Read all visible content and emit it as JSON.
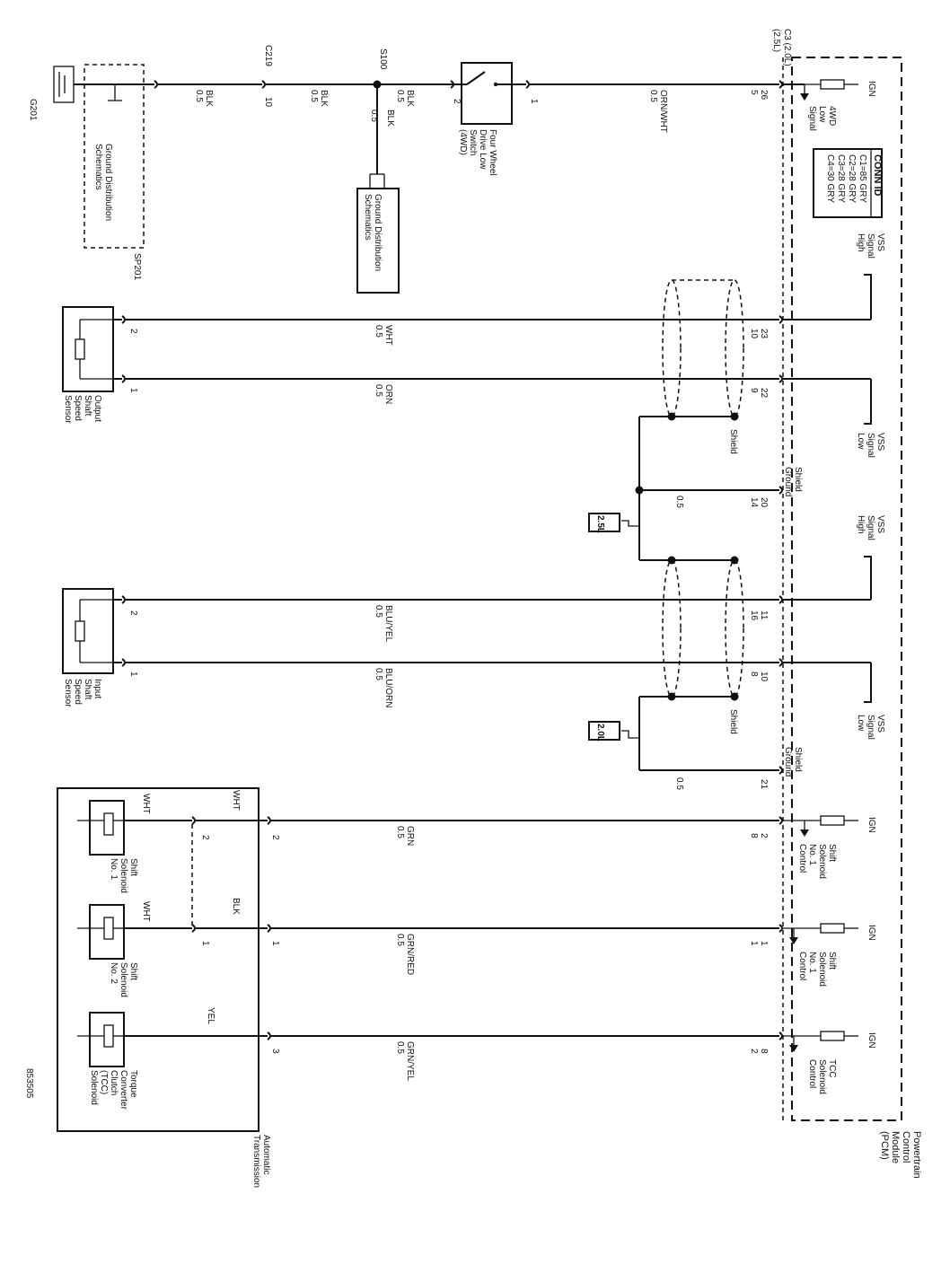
{
  "pcm": {
    "title": [
      "Powertrain",
      "Control",
      "Module",
      "(PCM)"
    ],
    "conn_id_title": "CONN ID",
    "conn_ids": [
      "C1=85 GRY",
      "C2=28 GRY",
      "C3=28 GRY",
      "C4=30 GRY"
    ],
    "c3_label": "C3 (2.0L)",
    "c3_alt": "(2.5L)",
    "ign": "IGN",
    "signals": {
      "awd": [
        "4WD",
        "Low",
        "Signal"
      ],
      "vss_high": [
        "VSS",
        "Signal",
        "High"
      ],
      "vss_low": [
        "VSS",
        "Signal",
        "Low"
      ],
      "shield_ground": [
        "Shield",
        "Ground"
      ],
      "shift1": [
        "Shift",
        "Solenoid",
        "No. 1",
        "Control"
      ],
      "shift2": [
        "Shift",
        "Solenoid",
        "No. 1",
        "Control"
      ],
      "tcc": [
        "TCC",
        "Solenoid",
        "Control"
      ]
    }
  },
  "ground_side": {
    "g201": "G201",
    "ground_dist": [
      "Ground Distribution",
      "Schematics"
    ],
    "sp201": "SP201",
    "c219": "C219",
    "c219_pin": "10",
    "s100": "S100",
    "blk": "BLK",
    "gauge": "0.5",
    "switch": [
      "Four Wheel",
      "Drive Low",
      "Switch",
      "(4WD)"
    ],
    "sw_pin_a": "2",
    "sw_pin_b": "1",
    "orn_wht": "ORN/WHT",
    "pcm_pins_awd": [
      "26",
      "5"
    ]
  },
  "sensors": {
    "output": [
      "Output",
      "Shaft",
      "Speed",
      "Sensor"
    ],
    "input": [
      "Input",
      "Shaft",
      "Speed",
      "Sensor"
    ],
    "pin1": "1",
    "pin2": "2",
    "shield": "Shield",
    "eng_25": "2.5L",
    "eng_20": "2.0L"
  },
  "wires": {
    "wht": "WHT",
    "orn": "ORN",
    "blu_yel": "BLU/YEL",
    "blu_orn": "BLU/ORN",
    "grn": "GRN",
    "grn_red": "GRN/RED",
    "grn_yel": "GRN/YEL",
    "yel": "YEL",
    "gauge": "0.5"
  },
  "pins": {
    "vss_high_out": [
      "23",
      "10"
    ],
    "vss_low_out": [
      "22",
      "9"
    ],
    "shield_out": [
      "20",
      "14"
    ],
    "vss_high_in": [
      "11",
      "16"
    ],
    "vss_low_in": [
      "10",
      "8"
    ],
    "shield_in": [
      "21"
    ],
    "shift1": [
      "2",
      "8"
    ],
    "shift2": [
      "1",
      "1"
    ],
    "tcc": [
      "8",
      "2"
    ]
  },
  "trans": {
    "title": [
      "Automatic",
      "Transmission"
    ],
    "shift1": [
      "Shift",
      "Solenoid",
      "No. 1"
    ],
    "shift2": [
      "Shift",
      "Solenoid",
      "No. 2"
    ],
    "tcc": [
      "Torque",
      "Converter",
      "Clutch",
      "(TCC)",
      "Solenoid"
    ],
    "pin1": "1",
    "pin2": "2",
    "pin3": "3",
    "wht": "WHT",
    "blk": "BLK",
    "yel": "YEL"
  },
  "figure_id": "853505"
}
